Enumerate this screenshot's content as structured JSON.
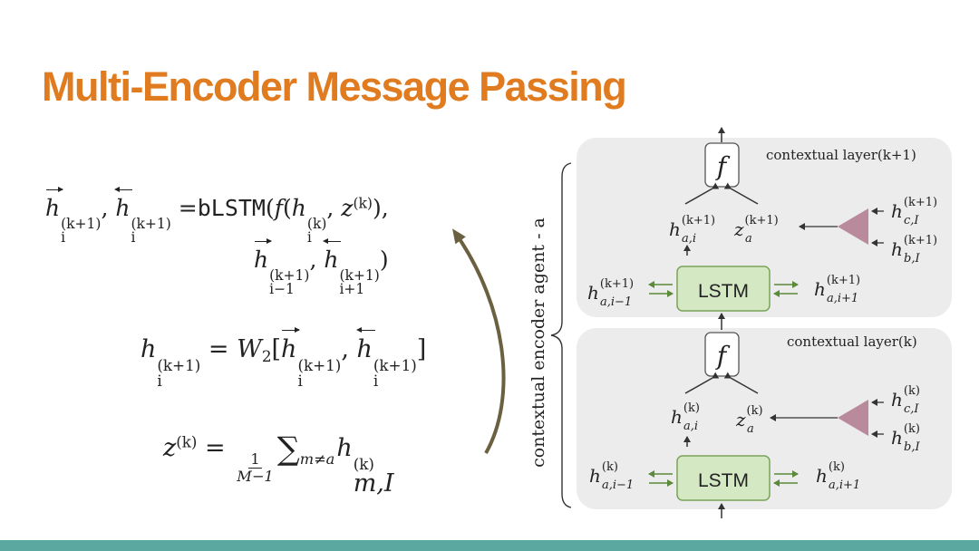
{
  "slide": {
    "title": "Multi-Encoder Message Passing"
  },
  "equations": {
    "eq1": {
      "h": "h",
      "sub_i": "i",
      "sup_k1": "(k+1)",
      "comma": ",",
      "equals": "=",
      "blstm": "bLSTM",
      "f": "f",
      "open": "(",
      "close": ")",
      "sup_k": "(k)",
      "z": "z",
      "sub_im1": "i−1",
      "sub_ip1": "i+1",
      "close_paren": ")",
      "comma_end": "),"
    },
    "eq2": {
      "h": "h",
      "sub_i": "i",
      "sup_k1": "(k+1)",
      "equals": "=",
      "W": "W",
      "W_sub": "2",
      "lbr": "[",
      "rbr": "]",
      "comma": ","
    },
    "eq3": {
      "z": "z",
      "sup_k": "(k)",
      "equals": "=",
      "frac_num": "1",
      "frac_den": "M−1",
      "sum": "∑",
      "sum_sub": "m≠a",
      "h": "h",
      "sub": "m,I",
      "sup": "(k)"
    }
  },
  "diagram": {
    "side_label": "contextual encoder agent - a",
    "top_layer": {
      "label": "contextual layer(k+1)",
      "f": "f",
      "lstm": "LSTM",
      "h": "h",
      "z": "z",
      "sup": "(k+1)",
      "sub_ai": "a,i",
      "sub_a": "a",
      "sub_aim1": "a,i−1",
      "sub_aip1": "a,i+1",
      "sub_cI": "c,I",
      "sub_bI": "b,I"
    },
    "bottom_layer": {
      "label": "contextual layer(k)",
      "f": "f",
      "lstm": "LSTM",
      "h": "h",
      "z": "z",
      "sup": "(k)",
      "sub_ai": "a,i",
      "sub_a": "a",
      "sub_aim1": "a,i−1",
      "sub_aip1": "a,i+1",
      "sub_cI": "c,I",
      "sub_bI": "b,I"
    },
    "colors": {
      "panel": "#ececec",
      "lstm_fill": "#d5e8c4",
      "lstm_stroke": "#7aa35a",
      "arrow_green": "#5a8a3a",
      "triangle": "#b98a9c",
      "curve": "#6b6040",
      "title_orange": "#e07b1f",
      "bottom_bar": "#5ba8a0"
    }
  }
}
